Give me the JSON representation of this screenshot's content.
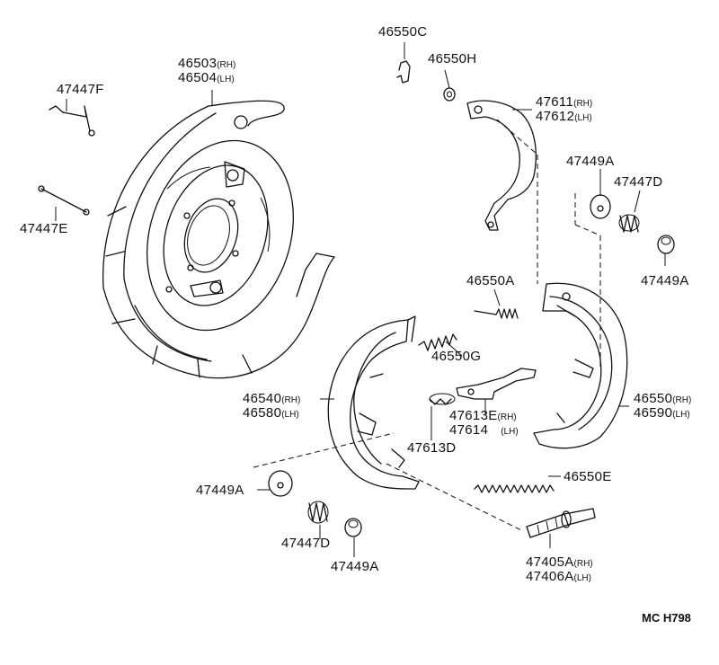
{
  "diagram_code": "MC  H798",
  "labels": {
    "p46550C": "46550C",
    "p46550H": "46550H",
    "p46503": "46503",
    "p46503_suf": "(RH)",
    "p46504": "46504",
    "p46504_suf": "(LH)",
    "p47447F": "47447F",
    "p47447E": "47447E",
    "p47611": "47611",
    "p47611_suf": "(RH)",
    "p47612": "47612",
    "p47612_suf": "(LH)",
    "p47449A_top": "47449A",
    "p47447D_top": "47447D",
    "p47449A_right": "47449A",
    "p46550A": "46550A",
    "p46550G": "46550G",
    "p46540": "46540",
    "p46540_suf": "(RH)",
    "p46580": "46580",
    "p46580_suf": "(LH)",
    "p47613E": "47613E",
    "p47613E_suf": "(RH)",
    "p47614": "47614",
    "p47614_suf": "(LH)",
    "p47613D": "47613D",
    "p46550": "46550",
    "p46550_suf": "(RH)",
    "p46590": "46590",
    "p46590_suf": "(LH)",
    "p46550E": "46550E",
    "p47449A_left": "47449A",
    "p47447D_bottom": "47447D",
    "p47449A_bottom": "47449A",
    "p47405A": "47405A",
    "p47405A_suf": "(RH)",
    "p47406A": "47406A",
    "p47406A_suf": "(LH)"
  }
}
